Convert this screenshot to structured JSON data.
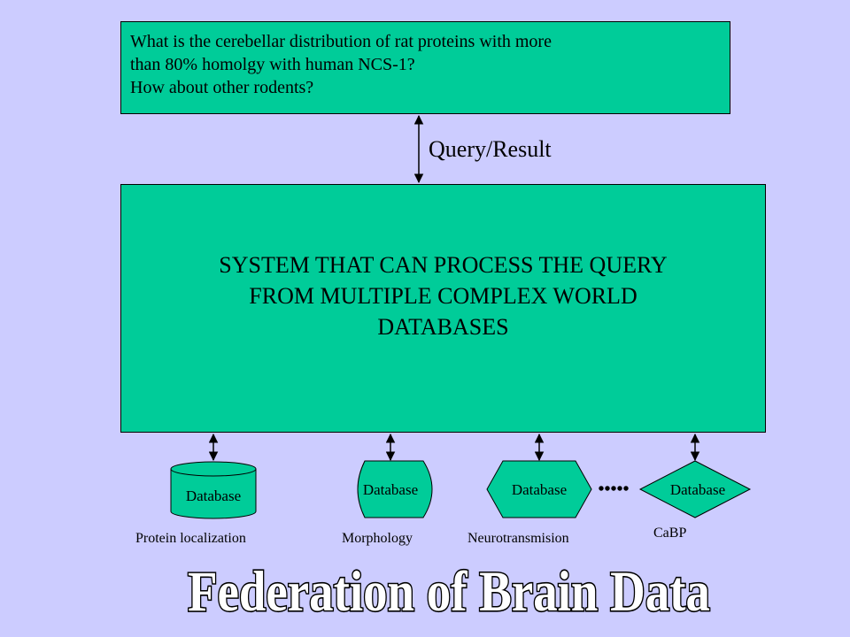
{
  "question": {
    "lines": [
      "What is the cerebellar distribution of rat proteins with more",
      "than 80% homolgy with human NCS-1?",
      "How about other rodents?"
    ]
  },
  "connector_label": "Query/Result",
  "system": {
    "lines": [
      "SYSTEM THAT CAN PROCESS THE QUERY",
      "FROM MULTIPLE COMPLEX WORLD",
      "DATABASES"
    ]
  },
  "databases": [
    {
      "label": "Database",
      "shape": "cylinder",
      "caption": "Protein localization"
    },
    {
      "label": "Database",
      "shape": "stored-data",
      "caption": "Morphology"
    },
    {
      "label": "Database",
      "shape": "hexagon",
      "caption": "Neurotransmision"
    },
    {
      "label": "Database",
      "shape": "diamond",
      "caption": "CaBP"
    }
  ],
  "ellipsis": "•••••",
  "title": "Federation of Brain Data",
  "colors": {
    "background": "#CCCCFF",
    "box_fill": "#00CC99",
    "title_fill": "#FFFFFF",
    "outline": "#000000"
  }
}
